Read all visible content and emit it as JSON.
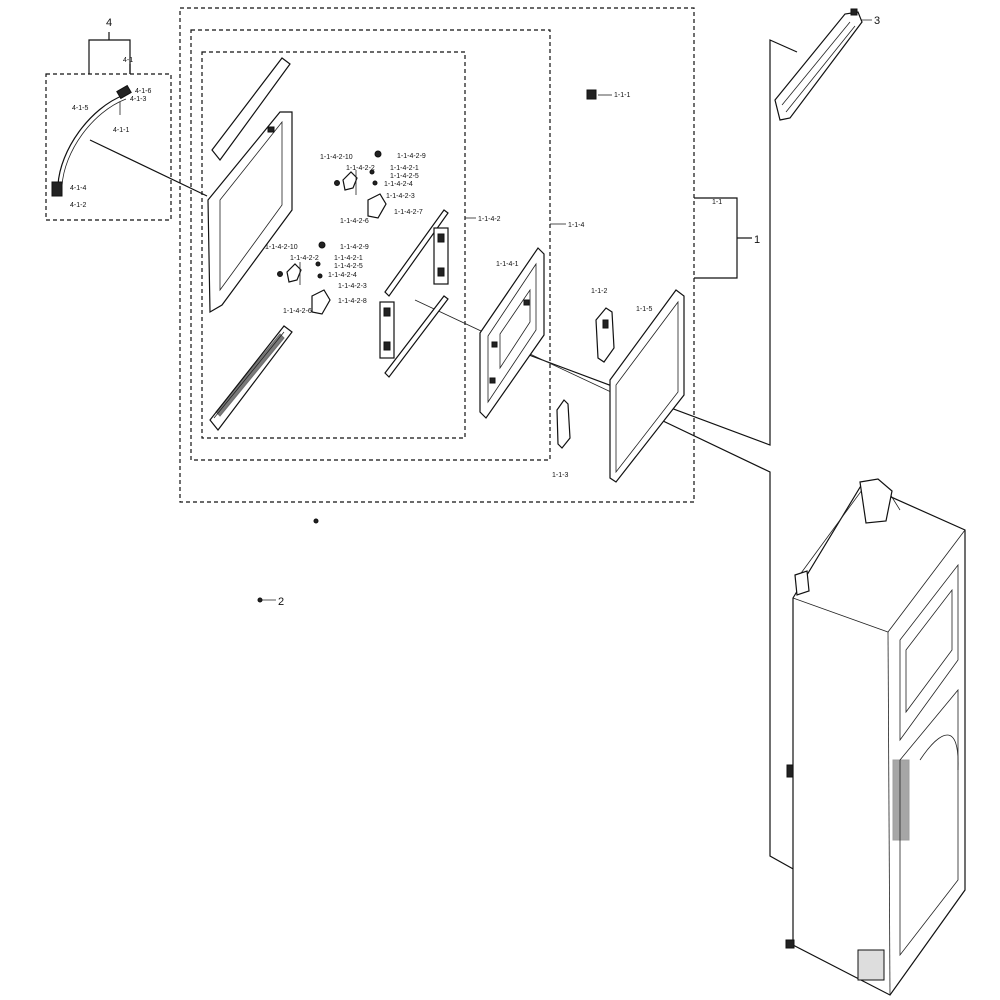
{
  "labels": {
    "l_4": "4",
    "l_4_1": "4-1",
    "l_4_1_5": "4-1-5",
    "l_4_1_6": "4-1-6",
    "l_4_1_3": "4-1-3",
    "l_4_1_1": "4-1-1",
    "l_4_1_4": "4-1-4",
    "l_4_1_2": "4-1-2",
    "l_1_1_1": "1-1-1",
    "l_1_1_4_2_10a": "1-1-4-2-10",
    "l_1_1_4_2_9a": "1-1-4-2-9",
    "l_1_1_4_2_2a": "1-1-4-2-2",
    "l_1_1_4_2_1a": "1-1-4-2-1",
    "l_1_1_4_2_5a": "1-1-4-2-5",
    "l_1_1_4_2_4a": "1-1-4-2-4",
    "l_1_1_4_2_3a": "1-1-4-2-3",
    "l_1_1_4_2_7a": "1-1-4-2-7",
    "l_1_1_4_2_6a": "1-1-4-2-6",
    "l_1_1_4_2": "1-1-4-2",
    "l_1_1_4": "1-1-4",
    "l_1_1_4_2_10b": "1-1-4-2-10",
    "l_1_1_4_2_9b": "1-1-4-2-9",
    "l_1_1_4_2_2b": "1-1-4-2-2",
    "l_1_1_4_2_1b": "1-1-4-2-1",
    "l_1_1_4_2_5b": "1-1-4-2-5",
    "l_1_1_4_2_4b": "1-1-4-2-4",
    "l_1_1_4_2_3b": "1-1-4-2-3",
    "l_1_1_4_2_6b": "1-1-4-2-6",
    "l_1_1_4_2_8b": "1-1-4-2-8",
    "l_1_1_4_1": "1-1-4-1",
    "l_1_1_2": "1-1-2",
    "l_1_1_5": "1-1-5",
    "l_1_1_3": "1-1-3",
    "l_1_1": "1-1",
    "l_1": "1",
    "l_3": "3",
    "l_2": "2"
  }
}
